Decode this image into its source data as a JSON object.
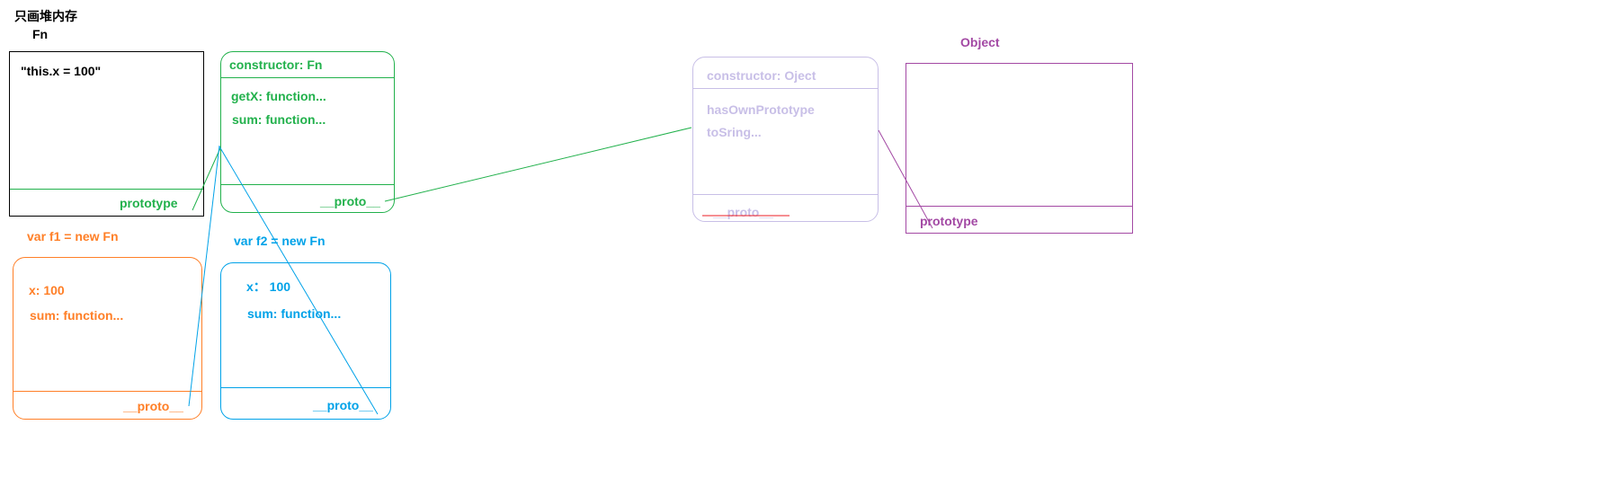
{
  "header": {
    "title": "只画堆内存",
    "fn_label": "Fn"
  },
  "fn_box": {
    "code": "\"this.x = 100\"",
    "prototype_label": "prototype"
  },
  "fn_prototype_box": {
    "constructor": "constructor: Fn",
    "items": [
      "getX: function...",
      "sum: function..."
    ],
    "proto_label": "__proto__"
  },
  "f1": {
    "decl": "var f1 = new Fn",
    "items": [
      "x: 100",
      "sum: function..."
    ],
    "proto_label": "__proto__"
  },
  "f2": {
    "decl": "var f2 = new Fn",
    "items": [
      "x：  100",
      "sum: function..."
    ],
    "proto_label": "__proto__"
  },
  "object_prototype_box": {
    "constructor": "constructor: Oject",
    "items": [
      "hasOwnPrototype",
      "toSring..."
    ],
    "proto_label": "__proto__"
  },
  "object_box": {
    "label": "Object",
    "prototype_label": "prototype"
  },
  "colors": {
    "black": "#000000",
    "green": "#22b14c",
    "orange": "#ff7f27",
    "blue": "#00a2e8",
    "lavender": "#c8bfe7",
    "purple": "#a349a4",
    "red": "#ed1c24"
  }
}
